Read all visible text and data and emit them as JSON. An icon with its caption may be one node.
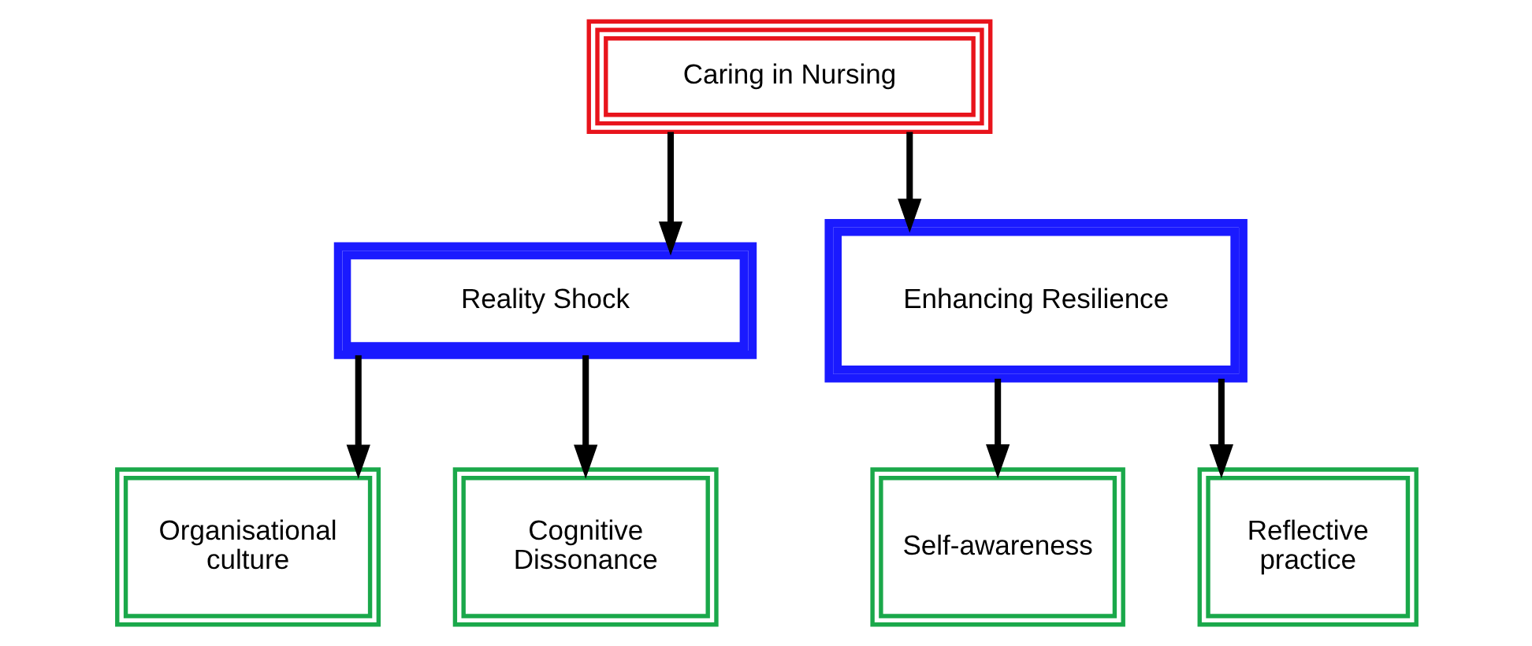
{
  "diagram": {
    "nodes": [
      {
        "text": [
          "Caring in Nursing"
        ]
      },
      {
        "text": [
          "Reality Shock"
        ]
      },
      {
        "text": [
          "Enhancing Resilience"
        ]
      },
      {
        "text": [
          "Organisational culture"
        ]
      },
      {
        "text": [
          "Cognitive Dissonance"
        ]
      },
      {
        "text": [
          "Self-awareness"
        ]
      },
      {
        "text": [
          "Reflective practice"
        ]
      }
    ],
    "edges": [
      {
        "from": 0,
        "to": 1,
        "arrow": "to"
      },
      {
        "from": 0,
        "to": 2,
        "arrow": "to"
      },
      {
        "from": 1,
        "to": 3,
        "arrow": "to"
      },
      {
        "from": 1,
        "to": 4,
        "arrow": "to"
      },
      {
        "from": 2,
        "to": 5,
        "arrow": "to"
      },
      {
        "from": 2,
        "to": 6,
        "arrow": "to"
      }
    ]
  }
}
